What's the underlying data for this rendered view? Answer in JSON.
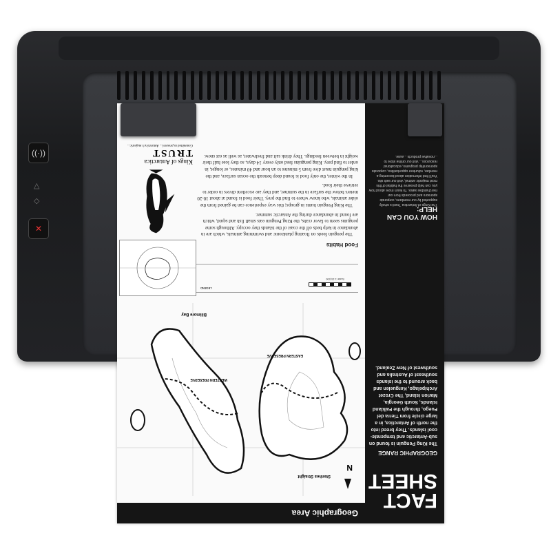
{
  "printer": {
    "buttons": [
      {
        "icon": "wireless-icon",
        "label": "((·))"
      },
      {
        "icon": "cancel-icon",
        "label": "✕"
      }
    ],
    "indicators": [
      "△",
      "◇"
    ]
  },
  "sheet": {
    "strip": {
      "title_line1": "FACT",
      "title_line2": "SHEET",
      "range_heading": "GEOGRAPHIC RANGE",
      "range_text": "The King Penguin is found on sub-Antarctic and temperate-cool islands. They breed into the north of Antarctica, in a large circle from Tierra del Fuego, through the Falkland Islands, South Georgia, Marion Island, The Crozet Archipelago, Kerguelen and back around to the islands southeast of Australia and southwest of New Zealand.",
      "help_heading": "HOW YOU CAN HELP:",
      "help_text": "The Kings of Antarctica Trust is wholly supported by our members, corporate sponsors and proceeds from our merchandise sales. To learn more about how you can help preserve the habitat of this most majestic animal, visit our web site. You'll find information about becoming a member, volunteer opportunities, corporate sponsorship programs, educational resources... visit our online store to ...novative products ...ause."
    },
    "geo_bar": "Geographic Area",
    "food": {
      "heading": "Food Habits",
      "paragraphs": [
        "The penguin feeds on floating planktonic and swimming animals, which are in abundance in kelp beds off the coast of the islands they occupy. Although some penguins seem to favor crabs, the King Penguin eats small fish and squid, which are found in abundance during the Antarctic summer.",
        "The King Penguin hunts in groups; this way experience can be gained from the older animals, who know where to find the prey. Their food is found at about 10-20 meters below the surface in the summer, and they are excellent divers in order to retrieve their food.",
        "In the winter, the only food is found deep beneath the ocean surface, and the king penguin must dive from 5 minutes to an hour and 40 minutes, or longer, in order to find prey. King penguins feed only every 14 days, so they lose half their weight in between feedings. They drink salt and freshwater, as well as eat snow."
      ]
    },
    "trust": {
      "line1": "Kings of Antarctica",
      "line2": "TRUST",
      "tagline": "Committed to preservi... Antarctica's majestic..."
    },
    "legend": {
      "title": "LEGEND",
      "scale": "Scale 1:15,000"
    },
    "map": {
      "north": "N",
      "labels": [
        "Stenhes Straight",
        "EASTERN PRESERVE",
        "WESTERN PRESERVE",
        "Bilimore Bay"
      ]
    }
  }
}
